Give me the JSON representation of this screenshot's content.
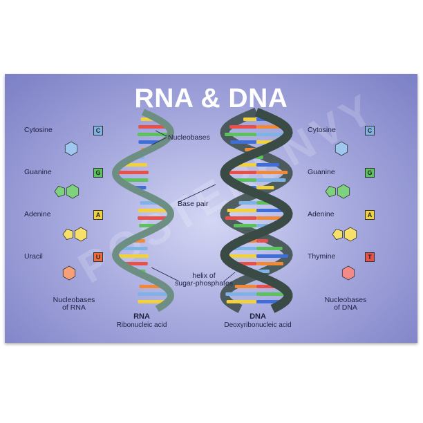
{
  "title": "RNA & DNA",
  "watermark": "POSTERENVY",
  "left": {
    "items": [
      {
        "name": "Cytosine",
        "letter": "C",
        "color": "#7fb3e6"
      },
      {
        "name": "Guanine",
        "letter": "G",
        "color": "#5cc35c"
      },
      {
        "name": "Adenine",
        "letter": "A",
        "color": "#f2d23c"
      },
      {
        "name": "Uracil",
        "letter": "U",
        "color": "#f06a3a"
      }
    ],
    "footer": "Nucleobases\nof RNA"
  },
  "right": {
    "items": [
      {
        "name": "Cytosine",
        "letter": "C",
        "color": "#7fb3e6"
      },
      {
        "name": "Guanine",
        "letter": "G",
        "color": "#5cc35c"
      },
      {
        "name": "Adenine",
        "letter": "A",
        "color": "#f2d23c"
      },
      {
        "name": "Thymine",
        "letter": "T",
        "color": "#e8504a"
      }
    ],
    "footer": "Nucleobases\nof DNA"
  },
  "annotations": {
    "nucleobases": "Nucleobases",
    "base_pair": "Base pair",
    "helix": "helix of\nsugar-phosphates"
  },
  "rna": {
    "abbr": "RNA",
    "full": "Ribonucleic acid"
  },
  "dna": {
    "abbr": "DNA",
    "full": "Deoxyribonucleic acid"
  },
  "colors": {
    "rna_backbone": "#6d8f83",
    "dna_backbone": "#3a4a44"
  }
}
